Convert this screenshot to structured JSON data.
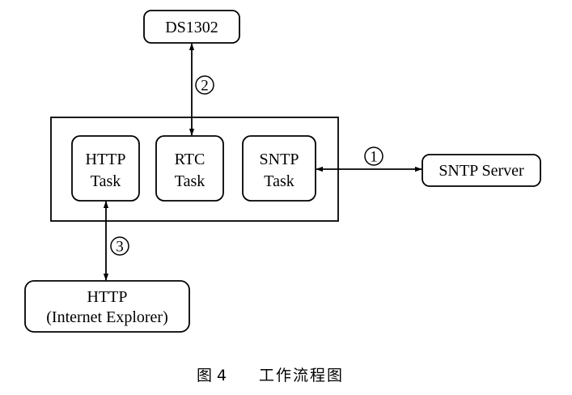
{
  "nodes": {
    "ds1302": "DS1302",
    "http_task_line1": "HTTP",
    "http_task_line2": "Task",
    "rtc_task_line1": "RTC",
    "rtc_task_line2": "Task",
    "sntp_task_line1": "SNTP",
    "sntp_task_line2": "Task",
    "sntp_server": "SNTP Server",
    "http_client_line1": "HTTP",
    "http_client_line2": "(Internet Explorer)"
  },
  "steps": {
    "step1": "1",
    "step2": "2",
    "step3": "3"
  },
  "caption": {
    "figure": "图 4",
    "title": "工作流程图"
  }
}
